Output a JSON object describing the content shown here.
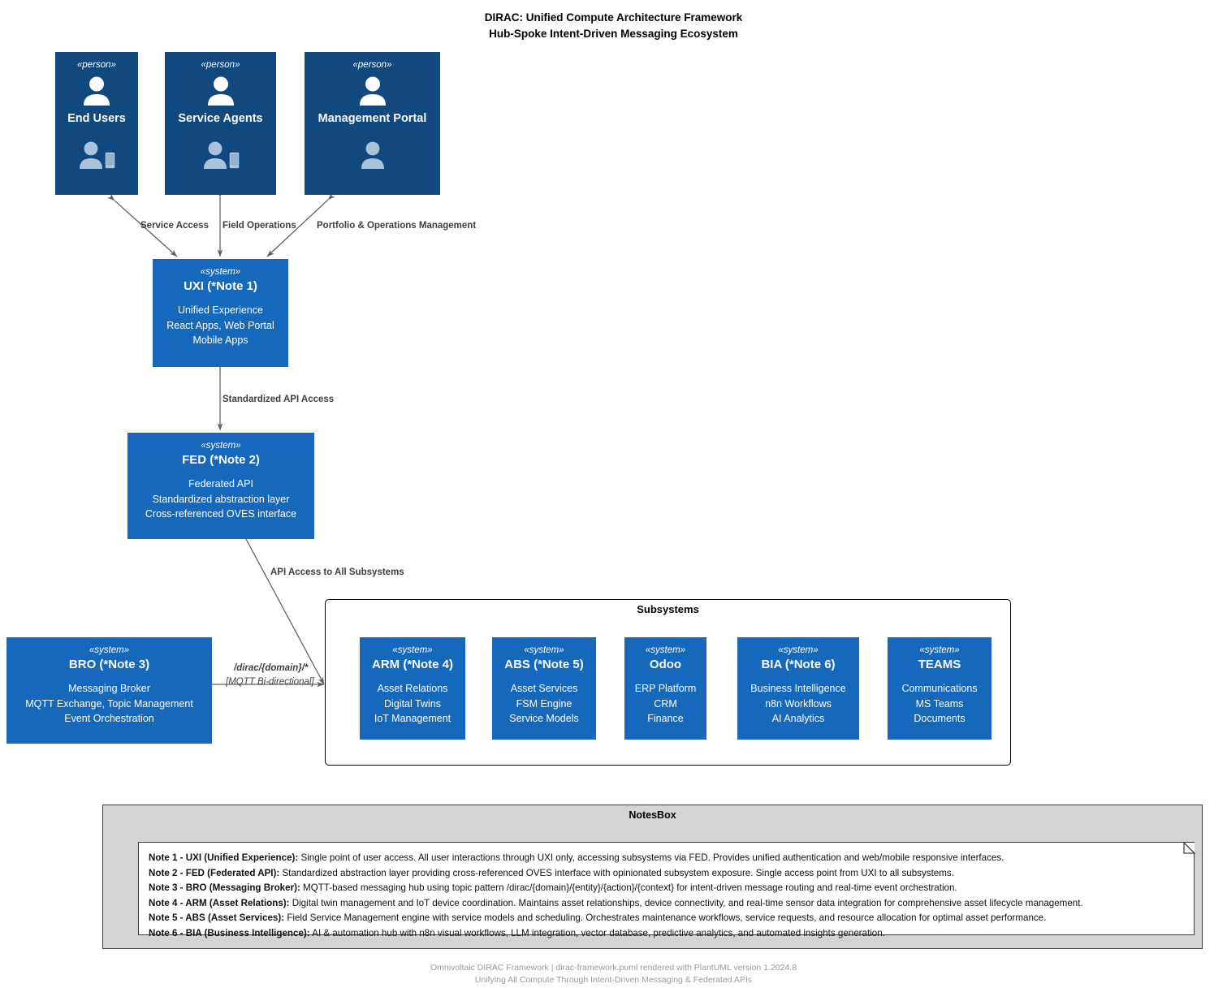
{
  "title": {
    "line1": "DIRAC: Unified Compute Architecture Framework",
    "line2": "Hub-Spoke Intent-Driven Messaging Ecosystem"
  },
  "stereotypes": {
    "person": "«person»",
    "system": "«system»"
  },
  "actors": [
    {
      "id": "end-users",
      "stereotype": "«person»",
      "name": "End Users"
    },
    {
      "id": "service-agents",
      "stereotype": "«person»",
      "name": "Service Agents"
    },
    {
      "id": "management-portal",
      "stereotype": "«person»",
      "name": "Management Portal"
    }
  ],
  "systems": {
    "uxi": {
      "stereotype": "«system»",
      "name": "UXI (*Note 1)",
      "lines": [
        "Unified Experience",
        "React Apps, Web Portal",
        "Mobile Apps"
      ]
    },
    "fed": {
      "stereotype": "«system»",
      "name": "FED (*Note 2)",
      "lines": [
        "Federated API",
        "Standardized abstraction layer",
        "Cross-referenced OVES interface"
      ]
    },
    "bro": {
      "stereotype": "«system»",
      "name": "BRO (*Note 3)",
      "lines": [
        "Messaging Broker",
        "MQTT Exchange, Topic Management",
        "Event Orchestration"
      ]
    }
  },
  "subsystems": {
    "title": "Subsystems",
    "items": [
      {
        "id": "arm",
        "stereotype": "«system»",
        "name": "ARM (*Note 4)",
        "lines": [
          "Asset Relations",
          "Digital Twins",
          "IoT Management"
        ]
      },
      {
        "id": "abs",
        "stereotype": "«system»",
        "name": "ABS (*Note 5)",
        "lines": [
          "Asset Services",
          "FSM Engine",
          "Service Models"
        ]
      },
      {
        "id": "odoo",
        "stereotype": "«system»",
        "name": "Odoo",
        "lines": [
          "ERP Platform",
          "CRM",
          "Finance"
        ]
      },
      {
        "id": "bia",
        "stereotype": "«system»",
        "name": "BIA (*Note 6)",
        "lines": [
          "Business Intelligence",
          "n8n Workflows",
          "AI Analytics"
        ]
      },
      {
        "id": "teams",
        "stereotype": "«system»",
        "name": "TEAMS",
        "lines": [
          "Communications",
          "MS Teams",
          "Documents"
        ]
      }
    ]
  },
  "edges": [
    {
      "id": "service-access",
      "label": "Service Access"
    },
    {
      "id": "field-operations",
      "label": "Field Operations"
    },
    {
      "id": "portfolio-ops",
      "label": "Portfolio & Operations Management"
    },
    {
      "id": "standardized-api",
      "label": "Standardized API Access"
    },
    {
      "id": "api-access-all",
      "label": "API Access to All Subsystems"
    },
    {
      "id": "mqtt-topic",
      "label": "/dirac/{domain}/*"
    },
    {
      "id": "mqtt-bidir",
      "label": "[MQTT Bi-directional]"
    }
  ],
  "notes_box": {
    "title": "NotesBox",
    "notes": [
      {
        "label": "Note 1 - UXI (Unified Experience):",
        "text": " Single point of user access. All user interactions through UXI only, accessing subsystems via FED. Provides unified authentication and web/mobile responsive interfaces."
      },
      {
        "label": "Note 2 - FED (Federated API):",
        "text": " Standardized abstraction layer providing cross-referenced OVES interface with opinionated subsystem exposure. Single access point from UXI to all subsystems."
      },
      {
        "label": "Note 3 - BRO (Messaging Broker):",
        "text": " MQTT-based messaging hub using topic pattern /dirac/{domain}/{entity}/{action}/{context} for intent-driven message routing and real-time event orchestration."
      },
      {
        "label": "Note 4 - ARM (Asset Relations):",
        "text": " Digital twin management and IoT device coordination. Maintains asset relationships, device connectivity, and real-time sensor data integration for comprehensive asset lifecycle management."
      },
      {
        "label": "Note 5 - ABS (Asset Services):",
        "text": " Field Service Management engine with service models and scheduling. Orchestrates maintenance workflows, service requests, and resource allocation for optimal asset performance."
      },
      {
        "label": "Note 6 - BIA (Business Intelligence):",
        "text": " AI & automation hub with n8n visual workflows, LLM integration, vector database, predictive analytics, and automated insights generation."
      }
    ]
  },
  "footer": {
    "line1": "Omnivoltaic DIRAC Framework | dirac-framework.puml rendered with PlantUML version 1.2024.8",
    "line2": "Unifying All Compute Through Intent-Driven Messaging & Federated APIs"
  },
  "colors": {
    "person_box": "#11487E",
    "system_box": "#1668BD",
    "notes_bg": "#D4D4D4",
    "edge": "#606060",
    "icon_primary": "#FFFFFF",
    "icon_secondary": "#A9C3DD"
  }
}
